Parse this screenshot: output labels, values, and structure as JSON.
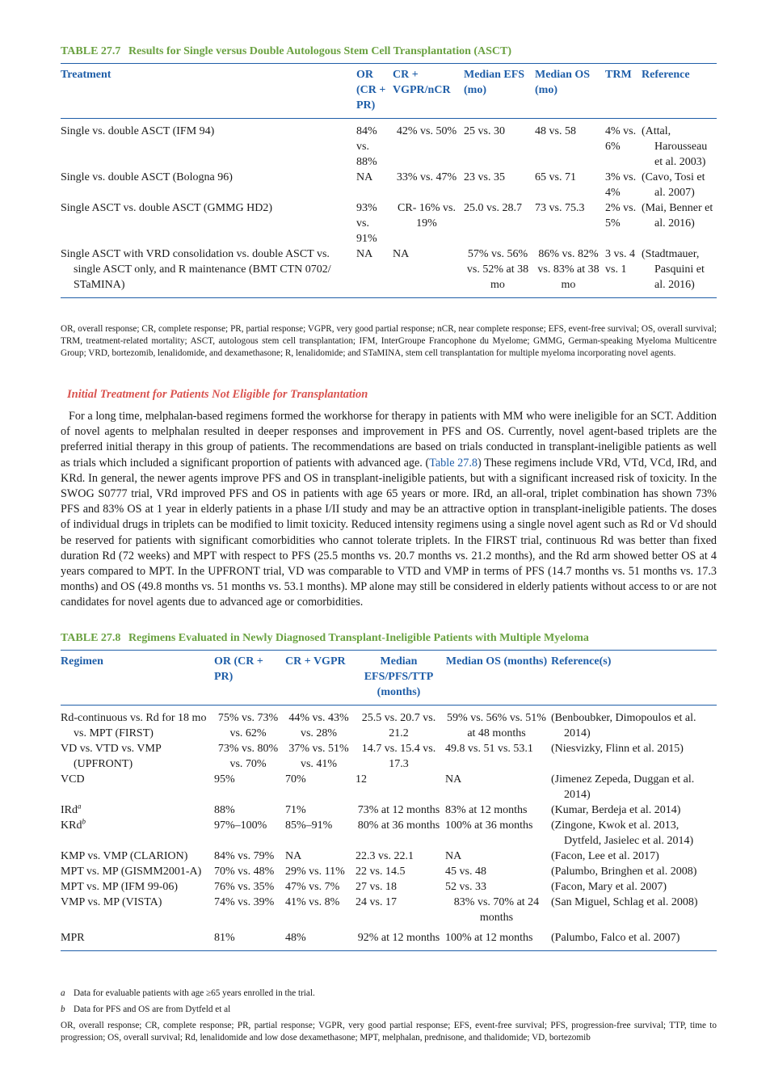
{
  "table1": {
    "number": "TABLE 27.7",
    "title": "Results for Single versus Double Autologous Stem Cell Transplantation (ASCT)",
    "headers": [
      "Treatment",
      "OR (CR + PR)",
      "CR + VGPR/nCR",
      "Median EFS (mo)",
      "Median OS (mo)",
      "TRM",
      "Reference"
    ],
    "rows": [
      [
        "Single vs. double ASCT (IFM 94)",
        "84% vs. 88%",
        "42% vs. 50%",
        "25 vs. 30",
        "48 vs. 58",
        "4% vs. 6%",
        "(Attal, Harousseau et al. 2003)"
      ],
      [
        "Single vs. double ASCT (Bologna 96)",
        "NA",
        "33% vs. 47%",
        "23 vs. 35",
        "65 vs. 71",
        "3% vs. 4%",
        "(Cavo, Tosi et al. 2007)"
      ],
      [
        "Single ASCT vs. double ASCT (GMMG HD2)",
        "93% vs. 91%",
        "CR- 16% vs. 19%",
        "25.0 vs. 28.7",
        "73 vs. 75.3",
        "2% vs. 5%",
        "(Mai, Benner et al. 2016)"
      ],
      [
        "Single ASCT with VRD consolidation vs. double ASCT vs. single ASCT only, and R maintenance (BMT CTN 0702/ STaMINA)",
        "NA",
        "NA",
        "57% vs. 56% vs. 52% at 38 mo",
        "86% vs. 82% vs. 83% at 38 mo",
        "3 vs. 4 vs. 1",
        "(Stadtmauer, Pasquini et al. 2016)"
      ]
    ],
    "footnote": "OR, overall response; CR, complete response; PR, partial response; VGPR, very good partial response; nCR, near complete response; EFS, event-free survival; OS, overall survival; TRM, treatment-related mortality; ASCT, autologous stem cell transplantation; IFM, InterGroupe Francophone du Myelome; GMMG, German-speaking Myeloma Multicentre Group; VRD, bortezomib, lenalidomide, and dexamethasone; R, lenalidomide; and STaMINA, stem cell transplantation for multiple myeloma incorporating novel agents."
  },
  "section": {
    "heading": "Initial Treatment for Patients Not Eligible for Transplantation",
    "para_before": "For a long time, melphalan-based regimens formed the workhorse for therapy in patients with MM who were ineligible for an SCT. Addition of novel agents to melphalan resulted in deeper responses and improvement in PFS and OS. Currently, novel agent-based triplets are the preferred initial therapy in this group of patients. The recommendations are based on trials conducted in transplant-ineligible patients as well as trials which included a significant proportion of patients with advanced age. (",
    "para_ref": "Table 27.8",
    "para_after": ") These regimens include VRd, VTd, VCd, IRd, and KRd. In general, the newer agents improve PFS and OS in transplant-ineligible patients, but with a significant increased risk of toxicity. In the SWOG S0777 trial, VRd improved PFS and OS in patients with age 65 years or more. IRd, an all-oral, triplet combination has shown 73% PFS and 83% OS at 1 year in elderly patients in a phase I/II study and may be an attractive option in transplant-ineligible patients. The doses of individual drugs in triplets can be modified to limit toxicity. Reduced intensity regimens using a single novel agent such as Rd or Vd should be reserved for patients with significant comorbidities who cannot tolerate triplets. In the FIRST trial, continuous Rd was better than fixed duration Rd (72 weeks) and MPT with respect to PFS (25.5 months vs. 20.7 months vs. 21.2 months), and the Rd arm showed better OS at 4 years compared to MPT. In the UPFRONT trial, VD was comparable to VTD and VMP in terms of PFS (14.7 months vs. 51 months vs. 17.3 months) and OS (49.8 months vs. 51 months vs. 53.1 months). MP alone may still be considered in elderly patients without access to or are not candidates for novel agents due to advanced age or comorbidities."
  },
  "table2": {
    "number": "TABLE 27.8",
    "title": "Regimens Evaluated in Newly Diagnosed Transplant-Ineligible Patients with Multiple Myeloma",
    "headers": [
      "Regimen",
      "OR (CR + PR)",
      "CR + VGPR",
      "Median EFS/PFS/TTP (months)",
      "Median OS (months)",
      "Reference(s)"
    ],
    "rows": [
      [
        "Rd-continuous vs. Rd for 18 mo vs. MPT (FIRST)",
        "75% vs. 73% vs. 62%",
        "44% vs. 43% vs. 28%",
        "25.5 vs. 20.7 vs. 21.2",
        "59% vs. 56% vs. 51% at 48 months",
        "(Benboubker, Dimopoulos et al. 2014)"
      ],
      [
        "VD vs. VTD vs. VMP (UPFRONT)",
        "73% vs. 80% vs. 70%",
        "37% vs. 51% vs. 41%",
        "14.7 vs. 15.4 vs. 17.3",
        "49.8 vs. 51 vs. 53.1",
        "(Niesvizky, Flinn et al. 2015)"
      ],
      [
        "VCD",
        "95%",
        "70%",
        "12",
        "NA",
        "(Jimenez Zepeda, Duggan et al. 2014)"
      ],
      [
        "IRd",
        "88%",
        "71%",
        "73% at 12 months",
        "83% at 12 months",
        "(Kumar, Berdeja et al. 2014)"
      ],
      [
        "KRd",
        "97%–100%",
        "85%–91%",
        "80% at 36 months",
        "100% at 36 months",
        "(Zingone, Kwok et al. 2013, Dytfeld, Jasielec et al. 2014)"
      ],
      [
        "KMP vs. VMP (CLARION)",
        "84% vs. 79%",
        "NA",
        "22.3 vs. 22.1",
        "NA",
        "(Facon, Lee et al. 2017)"
      ],
      [
        "MPT vs. MP (GISMM2001-A)",
        "70% vs. 48%",
        "29% vs. 11%",
        "22 vs. 14.5",
        "45 vs. 48",
        "(Palumbo, Bringhen et al. 2008)"
      ],
      [
        "MPT vs. MP (IFM 99-06)",
        "76% vs. 35%",
        "47% vs. 7%",
        "27 vs. 18",
        "52 vs. 33",
        "(Facon, Mary et al. 2007)"
      ],
      [
        "VMP vs. MP (VISTA)",
        "74% vs. 39%",
        "41% vs. 8%",
        "24 vs. 17",
        "83% vs. 70% at 24 months",
        "(San Miguel, Schlag et al. 2008)"
      ],
      [
        "MPR",
        "81%",
        "48%",
        "92% at 12 months",
        "100% at 12 months",
        "(Palumbo, Falco et al. 2007)"
      ]
    ],
    "sup_a": "a",
    "sup_b": "b",
    "note_a": "Data for evaluable patients with age ≥65 years enrolled in the trial.",
    "note_b": "Data for PFS and OS are from Dytfeld et al",
    "footnote": "OR, overall response; CR, complete response; PR, partial response; VGPR, very good partial response; EFS, event-free survival; PFS, progression-free survival; TTP, time to progression; OS, overall survival; Rd, lenalidomide and low dose dexamethasone; MPT, melphalan, prednisone, and thalidomide; VD, bortezomib"
  }
}
